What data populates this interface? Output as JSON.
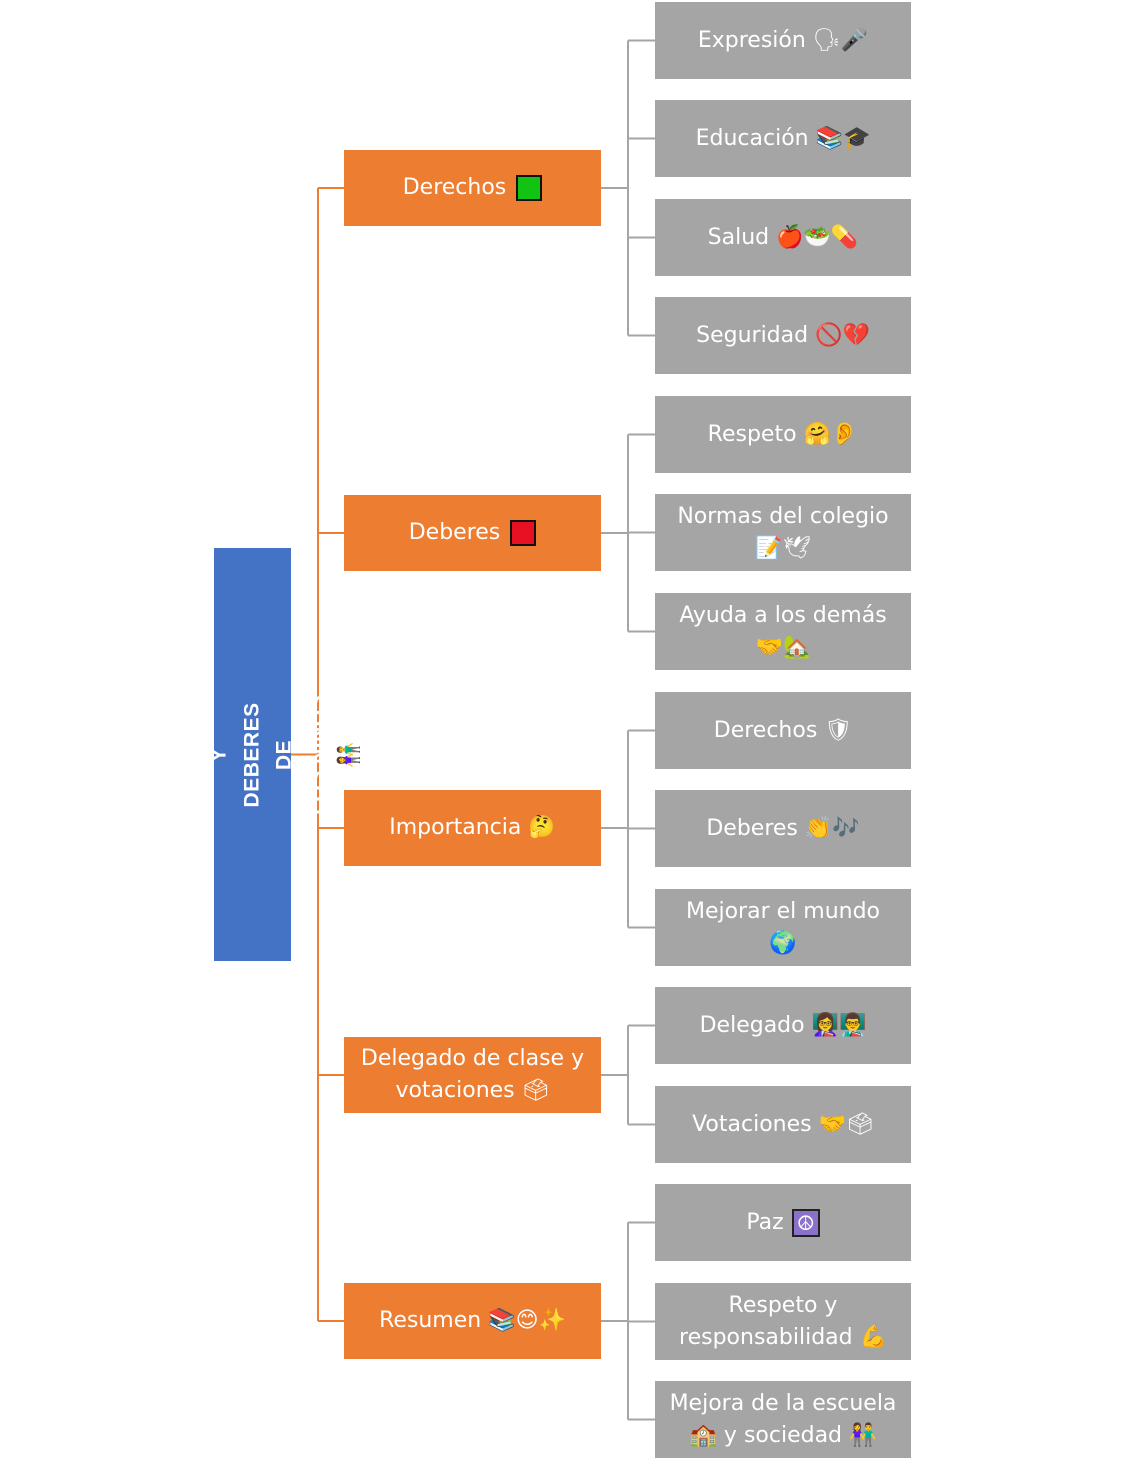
{
  "colors": {
    "root": "#4472c4",
    "category": "#ed7d31",
    "leaf": "#a5a5a5",
    "line_category": "#ed7d31",
    "line_leaf": "#a5a5a5"
  },
  "root": {
    "label": "LOS DERECHOS Y DEBERES DE\nLOS NIÑOS 👫"
  },
  "categories": [
    {
      "label": "Derechos",
      "icon": "green-square-icon",
      "icon_color": "#13c313",
      "leaves": [
        "Expresión 🗣🎤",
        "Educación 📚🎓",
        "Salud 🍎🥗💊",
        "Seguridad 🚫💔"
      ]
    },
    {
      "label": "Deberes",
      "icon": "red-square-icon",
      "icon_color": "#e81123",
      "leaves": [
        "Respeto 🤗👂",
        "Normas del colegio\n📝🕊",
        "Ayuda a los demás\n🤝🏡"
      ]
    },
    {
      "label": "Importancia 🤔",
      "leaves": [
        "Derechos 🛡",
        "Deberes 👏🎶",
        "Mejorar el mundo\n🌍"
      ]
    },
    {
      "label": "Delegado de clase y\nvotaciones 🗳",
      "leaves": [
        "Delegado 👩‍🏫👨‍🏫",
        "Votaciones 🤝🗳"
      ]
    },
    {
      "label": "Resumen 📚😊✨",
      "leaves": [
        "Paz",
        "Respeto y\nresponsabilidad 💪",
        "Mejora de la escuela\n🏫 y sociedad 👫"
      ],
      "leaf_icons": [
        "peace-icon",
        "",
        ""
      ]
    }
  ]
}
